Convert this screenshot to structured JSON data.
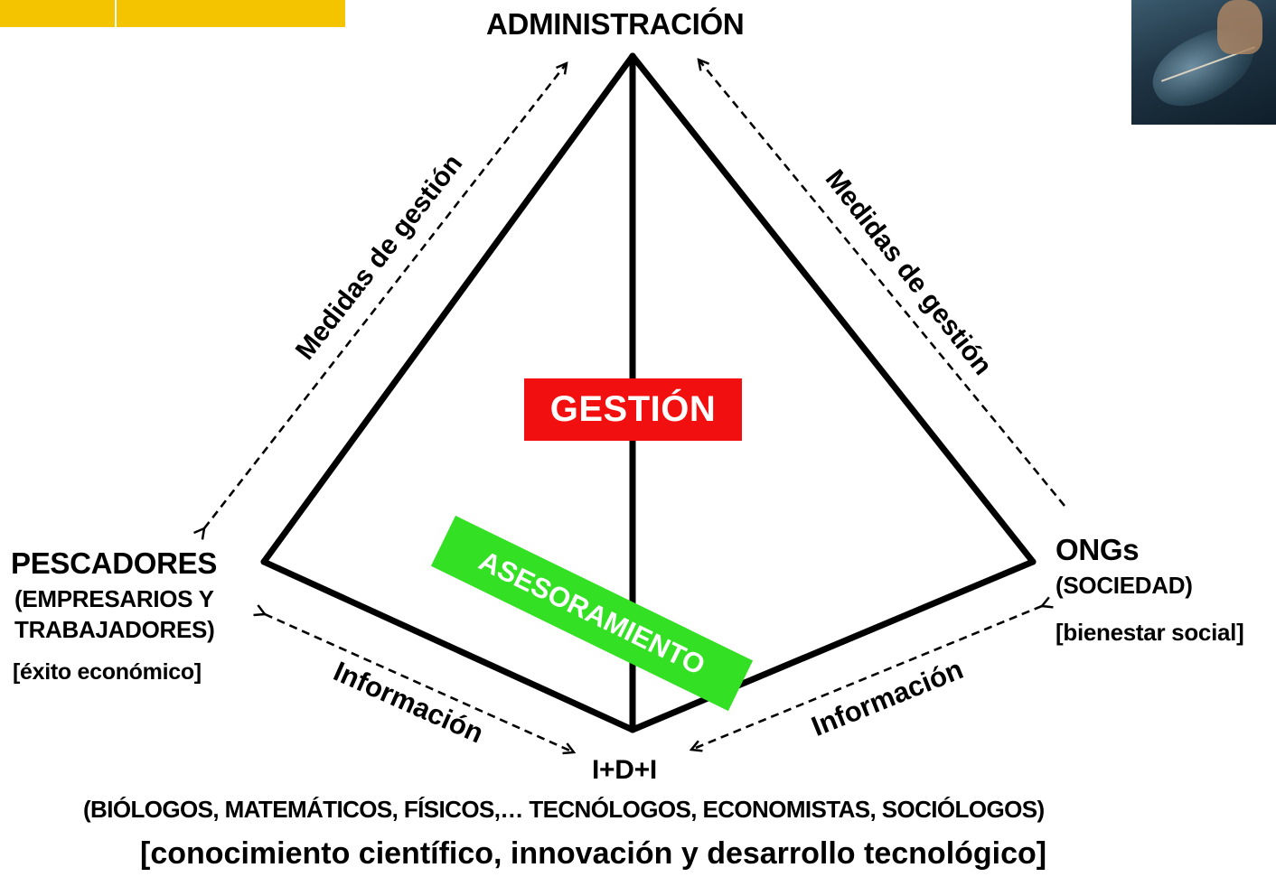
{
  "nodes": {
    "administracion": "ADMINISTRACIÓN",
    "pescadores": {
      "title": "PESCADORES",
      "line1": "(EMPRESARIOS Y",
      "line2": "TRABAJADORES)",
      "goal": "[éxito económico]"
    },
    "ongs": {
      "title": "ONGs",
      "line1": "(SOCIEDAD)",
      "goal": "[bienestar social]"
    },
    "idi": {
      "title": "I+D+I",
      "line1": "(BIÓLOGOS, MATEMÁTICOS, FÍSICOS,… TECNÓLOGOS, ECONOMISTAS, SOCIÓLOGOS)",
      "goal": "[conocimiento científico, innovación y desarrollo tecnológico]"
    }
  },
  "edges": {
    "left_upper": "Medidas de gestión",
    "right_upper": "Medidas de gestión",
    "left_lower": "Información",
    "right_lower": "Información"
  },
  "center_boxes": {
    "gestion": "GESTIÓN",
    "asesoramiento": "ASESORAMIENTO"
  },
  "colors": {
    "gestion_box": "#f20f0f",
    "asesoramiento_box": "#33e024",
    "top_bar": "#f5c400",
    "lines": "#000000"
  }
}
